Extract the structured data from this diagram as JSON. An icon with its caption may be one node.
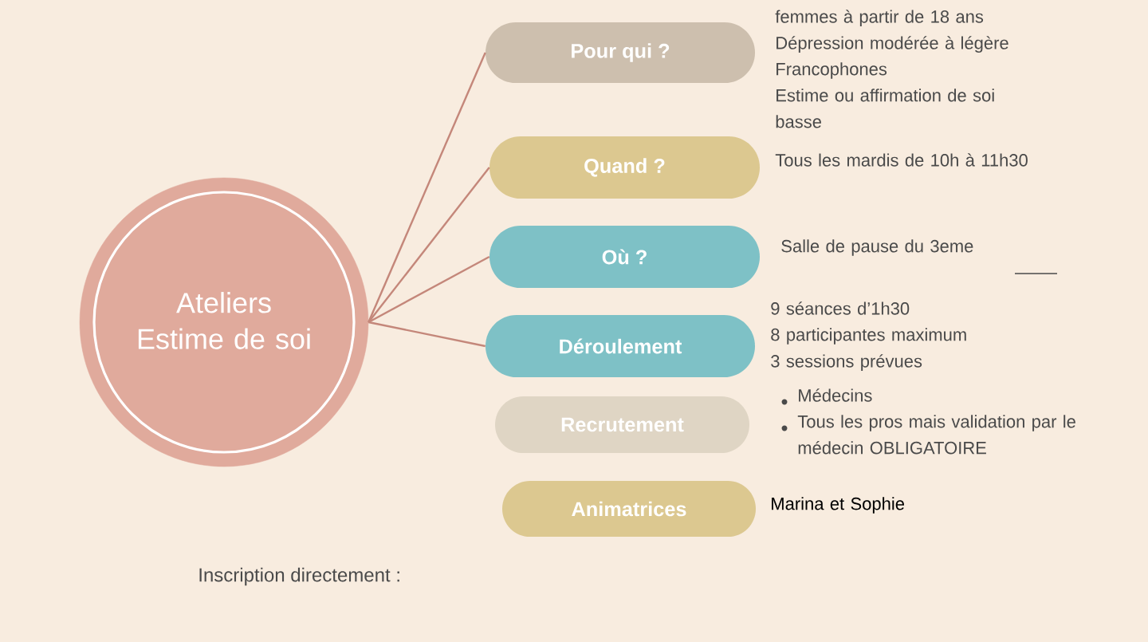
{
  "diagram": {
    "nodes": [
      {
        "text": [
          "Ateliers Estime de soi"
        ]
      },
      {
        "text": [
          "Pour qui ?"
        ],
        "beside": [
          "femmes à partir de 18 ans",
          "Dépression modérée à légère",
          "Francophones",
          "Estime ou affirmation de soi basse"
        ]
      },
      {
        "text": [
          "Quand ?"
        ],
        "beside": [
          "Tous les mardis de 10h à 11h30"
        ]
      },
      {
        "text": [
          "Où ?"
        ],
        "beside": [
          "Salle de pause du 3eme"
        ]
      },
      {
        "text": [
          "Déroulement"
        ],
        "beside": [
          "9 séances d’1h30",
          "8 participantes maximum",
          "3 sessions prévues"
        ]
      },
      {
        "text": [
          "Recrutement"
        ],
        "beside": [
          "Médecins",
          "Tous les pros mais validation par le médecin OBLIGATOIRE"
        ]
      },
      {
        "text": [
          "Animatrices"
        ],
        "beside": [
          "Marina et Sophie"
        ]
      }
    ],
    "edges": [
      {
        "from": 0,
        "to": 1,
        "arrow": "none"
      },
      {
        "from": 0,
        "to": 2,
        "arrow": "none"
      },
      {
        "from": 0,
        "to": 3,
        "arrow": "none"
      },
      {
        "from": 0,
        "to": 4,
        "arrow": "none"
      }
    ],
    "labels": [
      "Inscription directement :"
    ]
  }
}
